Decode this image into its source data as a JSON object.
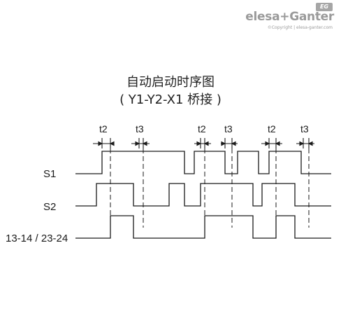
{
  "logo": {
    "brand_text": "elesa+Ganter",
    "badge_text": "EG",
    "copyright": "©Copyright | elesa-ganter.com"
  },
  "title": {
    "line1": "自动启动时序图",
    "line2": "( Y1-Y2-X1 桥接 )"
  },
  "time_labels": [
    "t2",
    "t3",
    "t2",
    "t3",
    "t2",
    "t3"
  ],
  "signals": [
    {
      "label": "S1"
    },
    {
      "label": "S2"
    },
    {
      "label": "13-14 / 23-24"
    }
  ],
  "colors": {
    "line": "#1a1a1a",
    "logo": "#9a9a9a"
  }
}
